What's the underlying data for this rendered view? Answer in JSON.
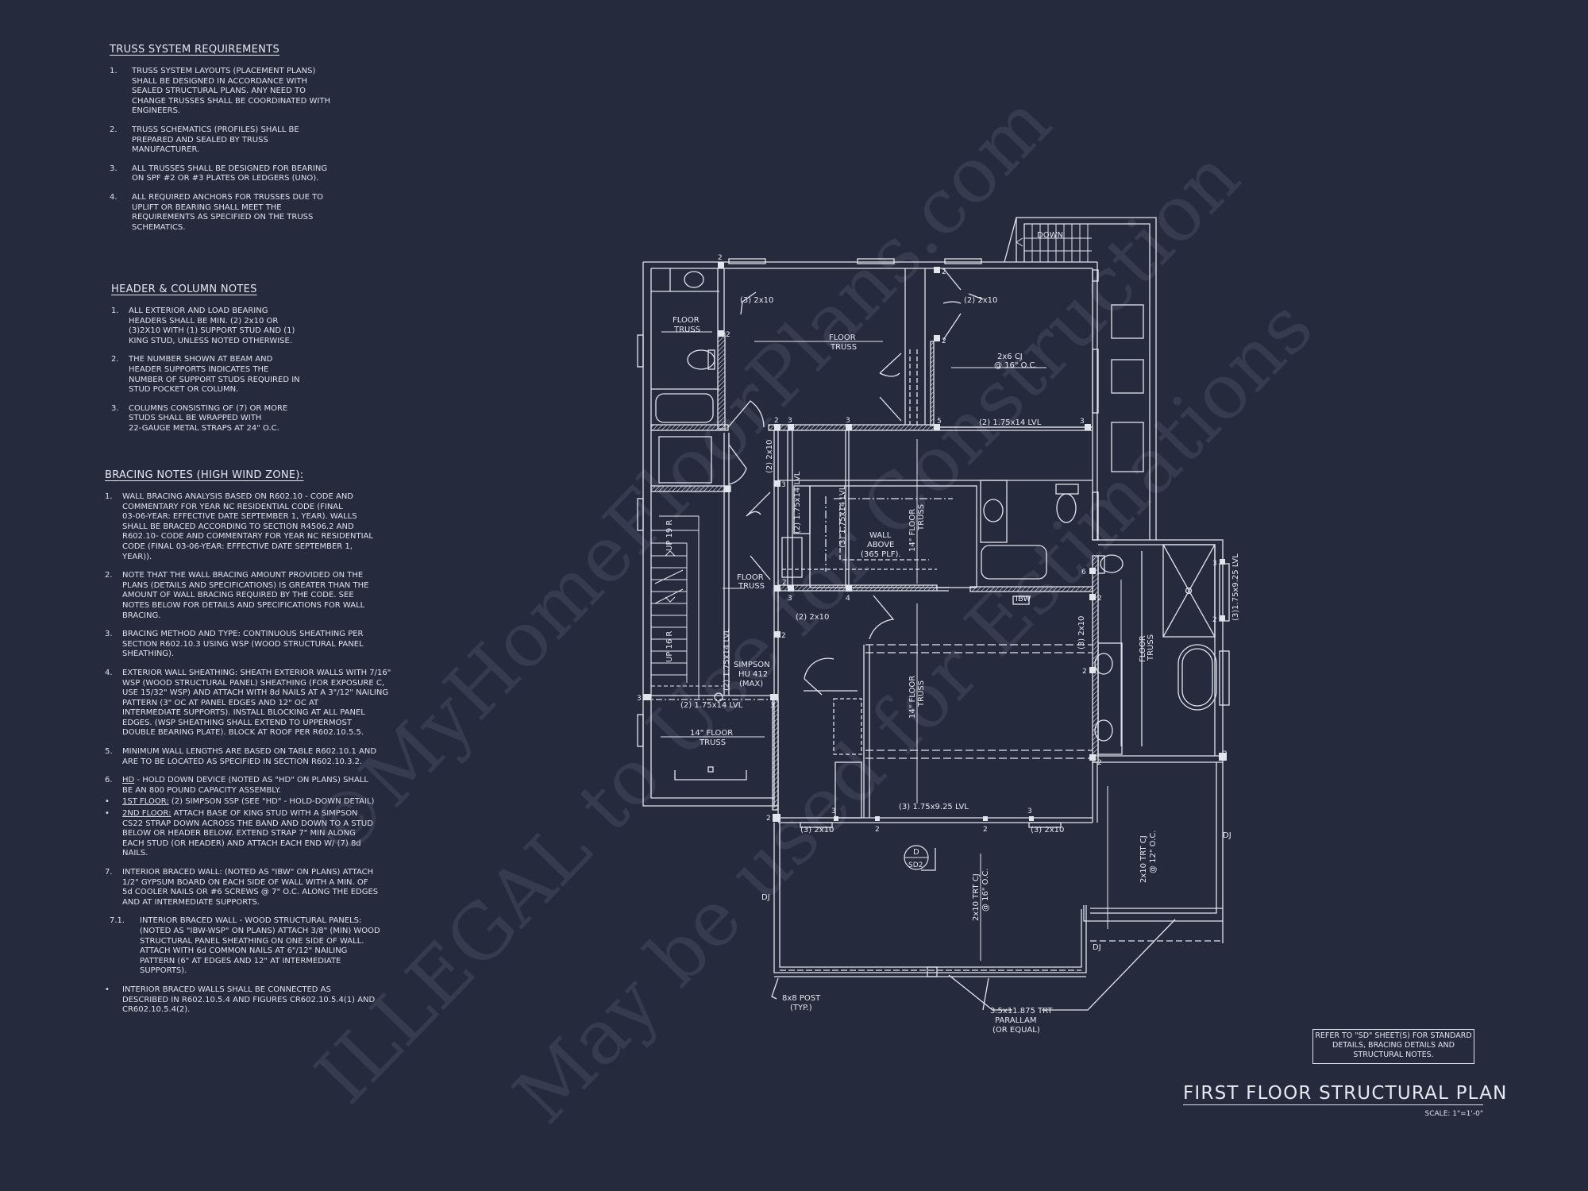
{
  "sheet": {
    "title": "FIRST FLOOR STRUCTURAL PLAN",
    "scale": "SCALE: 1\"=1'-0\"",
    "reference_note": "REFER TO \"SD\" SHEET(S) FOR STANDARD DETAILS, BRACING DETAILS AND STRUCTURAL NOTES.",
    "background_color": "#252a3d",
    "line_color": "#e3e5ec"
  },
  "watermarks": [
    "©MyHomeFloorPlans.com",
    "ILLEGAL to Use for Construction",
    "May be used for Estimations"
  ],
  "notes": {
    "truss": {
      "heading": "TRUSS SYSTEM REQUIREMENTS",
      "items": [
        {
          "num": "1.",
          "text": "TRUSS SYSTEM LAYOUTS (PLACEMENT PLANS)\nSHALL BE DESIGNED IN ACCORDANCE WITH\nSEALED STRUCTURAL PLANS. ANY NEED TO\nCHANGE TRUSSES SHALL BE COORDINATED  WITH\nENGINEERS."
        },
        {
          "num": "2.",
          "text": "TRUSS SCHEMATICS (PROFILES) SHALL BE\nPREPARED AND SEALED BY TRUSS\nMANUFACTURER."
        },
        {
          "num": "3.",
          "text": "ALL TRUSSES SHALL BE DESIGNED FOR  BEARING\nON SPF #2 OR #3 PLATES OR LEDGERS  (UNO)."
        },
        {
          "num": "4.",
          "text": "ALL REQUIRED ANCHORS FOR TRUSSES DUE  TO\nUPLIFT OR BEARING SHALL MEET THE\nREQUIREMENTS AS SPECIFIED ON THE TRUSS\nSCHEMATICS."
        }
      ]
    },
    "header_column": {
      "heading": "HEADER & COLUMN NOTES",
      "items": [
        {
          "num": "1.",
          "text": "ALL EXTERIOR AND LOAD BEARING\nHEADERS SHALL BE MIN. (2) 2x10 OR\n(3)2X10 WITH (1) SUPPORT STUD AND (1)\nKING STUD, UNLESS NOTED OTHERWISE."
        },
        {
          "num": "2.",
          "text": "THE NUMBER SHOWN AT BEAM AND\nHEADER SUPPORTS INDICATES THE\nNUMBER OF SUPPORT STUDS REQUIRED IN\nSTUD POCKET OR COLUMN."
        },
        {
          "num": "3.",
          "text": "COLUMNS CONSISTING OF (7) OR MORE\nSTUDS SHALL BE WRAPPED WITH\n22-GAUGE METAL STRAPS AT 24\" O.C."
        }
      ]
    },
    "bracing": {
      "heading": "BRACING NOTES (HIGH WIND ZONE):",
      "items": [
        {
          "num": "1.",
          "text": "WALL BRACING ANALYSIS BASED ON R602.10 - CODE AND\nCOMMENTARY FOR YEAR NC RESIDENTIAL CODE (FINAL\n03-06-YEAR: EFFECTIVE DATE SEPTEMBER 1, YEAR). WALLS\nSHALL BE BRACED ACCORDING TO SECTION R4506.2 AND\nR602.10- CODE AND COMMENTARY FOR YEAR NC RESIDENTIAL\nCODE (FINAL 03-06-YEAR: EFFECTIVE DATE SEPTEMBER 1,\nYEAR))."
        },
        {
          "num": "2.",
          "text": "NOTE THAT THE WALL BRACING AMOUNT PROVIDED ON THE\nPLANS (DETAILS AND SPECIFICATIONS) IS GREATER THAN THE\nAMOUNT OF WALL BRACING REQUIRED BY THE CODE. SEE\nNOTES BELOW FOR DETAILS AND SPECIFICATIONS FOR WALL\nBRACING."
        },
        {
          "num": "3.",
          "text": "BRACING METHOD AND TYPE: CONTINUOUS SHEATHING PER\nSECTION R602.10.3 USING WSP (WOOD STRUCTURAL PANEL\nSHEATHING)."
        },
        {
          "num": "4.",
          "text": "EXTERIOR WALL SHEATHING: SHEATH EXTERIOR WALLS WITH 7/16\"\nWSP (WOOD STRUCTURAL PANEL) SHEATHING (FOR EXPOSURE C,\nUSE 15/32\" WSP) AND ATTACH WITH 8d NAILS AT A 3\"/12\" NAILING\nPATTERN (3\" OC AT PANEL EDGES AND 12\" OC AT\nINTERMEDIATE SUPPORTS). INSTALL BLOCKING AT ALL PANEL\nEDGES. (WSP SHEATHING SHALL EXTEND TO UPPERMOST\nDOUBLE BEARING PLATE). BLOCK AT ROOF PER R602.10.5.5."
        },
        {
          "num": "5.",
          "text": "MINIMUM WALL LENGTHS ARE BASED ON TABLE R602.10.1 AND\nARE TO BE LOCATED AS SPECIFIED IN SECTION R602.10.3.2."
        },
        {
          "num": "6.",
          "label": "HD",
          "text": " - HOLD DOWN DEVICE (NOTED AS \"HD\" ON PLANS) SHALL\nBE AN 800 POUND CAPACITY ASSEMBLY."
        },
        {
          "num": "•",
          "label": "1ST FLOOR:",
          "text": " (2) SIMPSON SSP (SEE \"HD\" - HOLD-DOWN DETAIL)"
        },
        {
          "num": "•",
          "label": "2ND FLOOR:",
          "text": " ATTACH BASE OF KING STUD WITH A SIMPSON\nCS22 STRAP DOWN ACROSS THE BAND AND DOWN TO A STUD\nBELOW OR HEADER BELOW.  EXTEND STRAP 7\" MIN ALONG\nEACH STUD (OR HEADER) AND ATTACH EACH END W/ (7) 8d\nNAILS."
        },
        {
          "num": "7.",
          "text": "INTERIOR BRACED WALL: (NOTED AS \"IBW\" ON PLANS) ATTACH\n1/2\" GYPSUM BOARD ON EACH SIDE OF WALL WITH A MIN. OF\n5d COOLER NAILS OR #6 SCREWS @ 7\" O.C. ALONG THE EDGES\nAND AT INTERMEDIATE SUPPORTS."
        },
        {
          "num": "7.1.",
          "text": "INTERIOR BRACED WALL - WOOD STRUCTURAL PANELS:\n(NOTED AS \"IBW-WSP\" ON PLANS) ATTACH 3/8\" (MIN) WOOD\nSTRUCTURAL PANEL SHEATHING ON ONE SIDE OF WALL.\nATTACH WITH 6d COMMON NAILS AT 6\"/12\" NAILING\nPATTERN (6\" AT EDGES AND 12\" AT INTERMEDIATE\nSUPPORTS)."
        },
        {
          "num": "•",
          "text": "INTERIOR BRACED WALLS SHALL BE CONNECTED AS\nDESCRIBED IN R602.10.5.4 AND FIGURES CR602.10.5.4(1) AND\nCR602.10.5.4(2)."
        }
      ]
    }
  },
  "plan": {
    "labels": {
      "floor_truss": "FLOOR",
      "truss": "TRUSS",
      "fourteen_floor": "14\" FLOOR",
      "three_2x10": "(3) 2x10",
      "two_2x10": "(2) 2x10",
      "cj_2x6": "2x6 CJ",
      "oc16": "@ 16\" O.C.",
      "oc12": "@ 12\" O.C.",
      "lvl_2_175x14": "(2) 1.75x14 LVL",
      "lvl_3_175x14": "(3) 1.75x14 LVL",
      "lvl_3_175x925": "(3) 1.75x9.25 LVL",
      "lvl_3_175x925_b": "(3)1.75x9.25 LVL",
      "wall_above_1": "WALL",
      "wall_above_2": "ABOVE",
      "wall_above_3": "(365 PLF).",
      "simpson_1": "SIMPSON",
      "simpson_2": "HU 412",
      "simpson_3": "(MAX)",
      "up_19": "UP 19 R",
      "up_16": "UP 16 R",
      "down": "DOWN",
      "ibw": "IBW",
      "trt_cj_2x10": "2x10 TRT CJ",
      "dj": "DJ",
      "post_1": "8x8 POST",
      "post_2": "(TYP.)",
      "parallam_1": "3.5x11.875 TRT",
      "parallam_2": "PARALLAM",
      "parallam_3": "(OR EQUAL)",
      "detail_letter": "D",
      "detail_sheet": "SD2"
    },
    "support_studs": [
      "2",
      "2",
      "2",
      "2",
      "2",
      "3",
      "3",
      "5",
      "3",
      "3",
      "3",
      "2",
      "3",
      "4",
      "2",
      "3",
      "3",
      "6",
      "2",
      "2",
      "2",
      "3",
      "2",
      "2",
      "3",
      "2",
      "2",
      "3",
      "2"
    ]
  }
}
